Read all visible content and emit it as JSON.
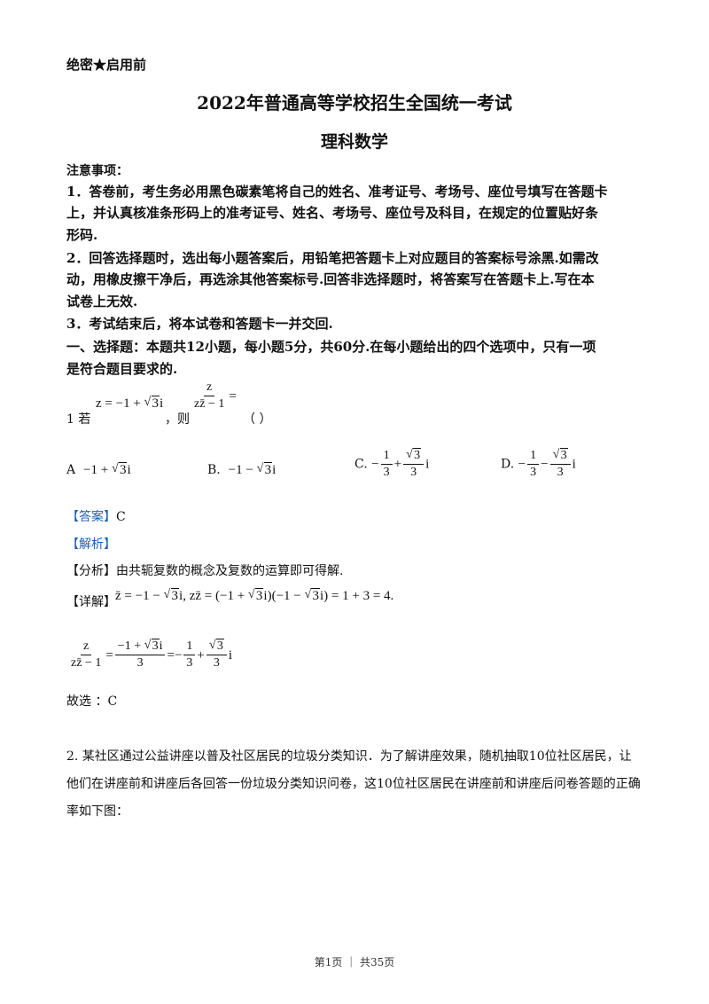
{
  "header": {
    "secret": "绝密★启用前",
    "title": "2022年普通高等学校招生全国统一考试",
    "subject": "理科数学"
  },
  "notes": {
    "heading": "注意事项：",
    "item1_l1": "1．答卷前，考生务必用黑色碳素笔将自己的姓名、准考证号、考场号、座位号填写在答题卡",
    "item1_l2": "上，并认真核准条形码上的准考证号、姓名、考场号、座位号及科目，在规定的位置贴好条",
    "item1_l3": "形码.",
    "item2_l1": "2．回答选择题时，选出每小题答案后，用铅笔把答题卡上对应题目的答案标号涂黑.如需改",
    "item2_l2": "动，用橡皮擦干净后，再选涂其他答案标号.回答非选择题时，将答案写在答题卡上.写在本",
    "item2_l3": "试卷上无效.",
    "item3": "3．考试结束后，将本试卷和答题卡一并交回."
  },
  "section1": {
    "l1": "一、选择题：本题共12小题，每小题5分，共60分.在每小题给出的四个选项中，只有一项",
    "l2": "是符合题目要求的."
  },
  "q1": {
    "num": "1  若",
    "cond": "z = −1 + ",
    "cond_rad": "3",
    "cond_i": "i",
    "then": "，则",
    "frac_num": "z",
    "frac_den": "zz̄ − 1",
    "eq": "=",
    "blank": "（      ）",
    "optA_label": "A",
    "optA_pre": "−1 + ",
    "optA_rad": "3",
    "optA_i": "i",
    "optB_label": "B.",
    "optB_pre": "−1 − ",
    "optB_rad": "3",
    "optB_i": "i",
    "optC_label": "C.",
    "optD_label": "D.",
    "minus": "−",
    "plus": "+",
    "one": "1",
    "three": "3",
    "i": "i",
    "answer_tag": "【答案】",
    "answer": "C",
    "analysis_tag": "【解析】",
    "fenxi_tag": "【分析】",
    "fenxi_text": "由共轭复数的概念及复数的运算即可得解.",
    "detail_tag": "【详解】",
    "detail_a": "z̄ = −1 − ",
    "detail_b": "i, zz̄ = (−1 + ",
    "detail_c": "i)(−1 − ",
    "detail_d": "i) = 1 + 3 = 4.",
    "step_num": "−1 + ",
    "step_i": "i",
    "step_eq": "=",
    "choose": "故选 ：C"
  },
  "q2": {
    "l1": "2. 某社区通过公益讲座以普及社区居民的垃圾分类知识．为了解讲座效果，随机抽取10位社区居民，让",
    "l2": "他们在讲座前和讲座后各回答一份垃圾分类知识问卷，这10位社区居民在讲座前和讲座后问卷答题的正确",
    "l3": "率如下图："
  },
  "footer": {
    "page": "第1页 ｜ 共35页"
  }
}
